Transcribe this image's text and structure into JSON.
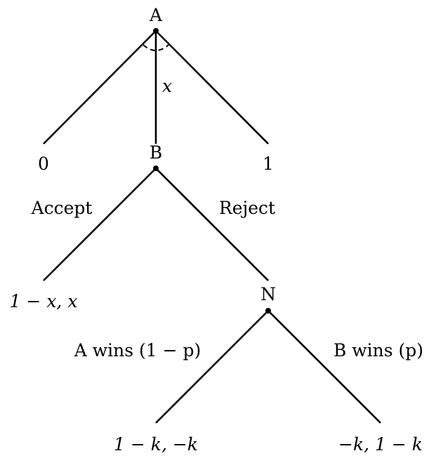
{
  "tree": {
    "nodes": {
      "root": "A",
      "responder": "B",
      "nature": "N"
    },
    "offers": {
      "low": "0",
      "mid": "x",
      "high": "1"
    },
    "responses": {
      "accept": "Accept",
      "reject": "Reject"
    },
    "chance": {
      "a_wins": "A wins (1 − p)",
      "b_wins": "B wins (p)"
    },
    "payoffs": {
      "accept": "1 − x, x",
      "a_wins": "1 − k, −k",
      "b_wins": "−k, 1 − k"
    }
  }
}
